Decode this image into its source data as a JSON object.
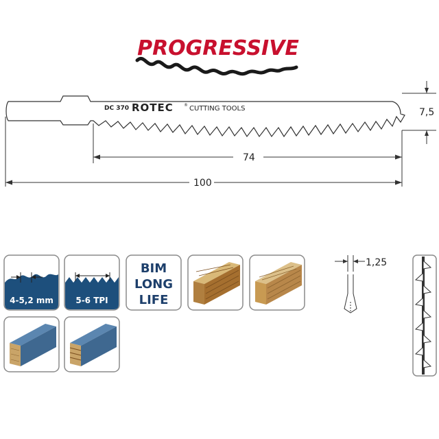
{
  "brand": {
    "series_name": "PROGRESSIVE",
    "series_color": "#c8102e",
    "manufacturer": "ROTEC",
    "manufacturer_tagline": "CUTTING TOOLS",
    "trademark": "®"
  },
  "blade": {
    "model": "DC 370",
    "dimensions": {
      "width": "7,5",
      "cutting_length": "74",
      "total_length": "100",
      "thickness": "1,25"
    }
  },
  "features": {
    "tooth_spacing": "4-5,2 mm",
    "tpi": "5-6 TPI",
    "material_line1": "BIM",
    "material_line2": "LONG",
    "material_line3": "LIFE"
  },
  "applications": [
    {
      "name": "softwood-icon"
    },
    {
      "name": "hardwood-icon"
    },
    {
      "name": "laminated-board-icon"
    },
    {
      "name": "plywood-icon"
    }
  ],
  "colors": {
    "tile_blue": "#1d4f7c",
    "tile_border": "#8a8a8a",
    "wood_light": "#d6b57a",
    "wood_dark": "#a97a3c",
    "laminate_blue": "#5b86b0"
  }
}
